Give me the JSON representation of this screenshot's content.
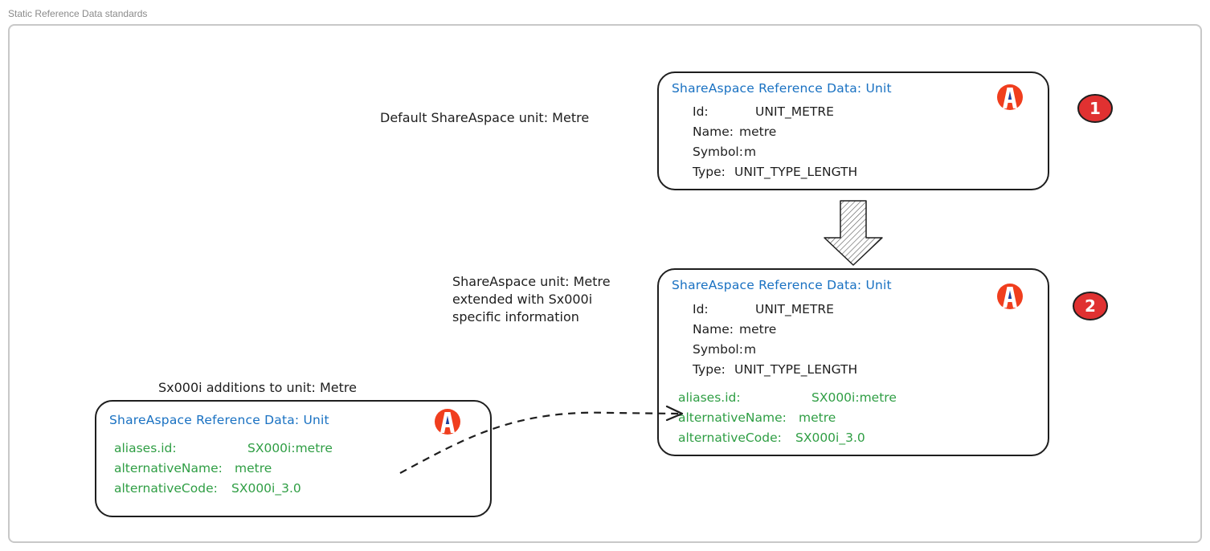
{
  "page": {
    "title": "Static Reference Data  standards"
  },
  "notes": {
    "default_unit": "Default ShareAspace unit: Metre",
    "extended_unit": "ShareAspace unit: Metre\nextended with Sx000i\nspecific information",
    "additions": "Sx000i additions to unit: Metre"
  },
  "cards": {
    "default": {
      "title": "ShareAspace Reference Data: Unit",
      "logo_icon": "shareaspace-logo-icon",
      "rows": [
        {
          "key": "Id:",
          "value": "UNIT_METRE"
        },
        {
          "key": "Name:",
          "value": "metre"
        },
        {
          "key": "Symbol:",
          "value": "m"
        },
        {
          "key": "Type:",
          "value": "UNIT_TYPE_LENGTH"
        }
      ]
    },
    "extended": {
      "title": "ShareAspace Reference Data: Unit",
      "logo_icon": "shareaspace-logo-icon",
      "rows": [
        {
          "key": "Id:",
          "value": "UNIT_METRE"
        },
        {
          "key": "Name:",
          "value": "metre"
        },
        {
          "key": "Symbol:",
          "value": "m"
        },
        {
          "key": "Type:",
          "value": "UNIT_TYPE_LENGTH"
        }
      ],
      "extra_rows": [
        {
          "key": "aliases.id:",
          "value": "SX000i:metre"
        },
        {
          "key": "alternativeName:",
          "value": "metre"
        },
        {
          "key": "alternativeCode:",
          "value": "SX000i_3.0"
        }
      ]
    },
    "additions": {
      "title": "ShareAspace Reference Data: Unit",
      "logo_icon": "shareaspace-logo-icon",
      "extra_rows": [
        {
          "key": "aliases.id:",
          "value": "SX000i:metre"
        },
        {
          "key": "alternativeName:",
          "value": "metre"
        },
        {
          "key": "alternativeCode:",
          "value": "SX000i_3.0"
        }
      ]
    }
  },
  "badges": [
    {
      "label": "1",
      "color": "#e03131"
    },
    {
      "label": "2",
      "color": "#e03131"
    }
  ],
  "colors": {
    "title_blue": "#1971c2",
    "extra_green": "#2f9e44",
    "stroke": "#1e1e1e",
    "logo_red": "#f03e1e",
    "logo_blue": "#1c3f9e"
  }
}
